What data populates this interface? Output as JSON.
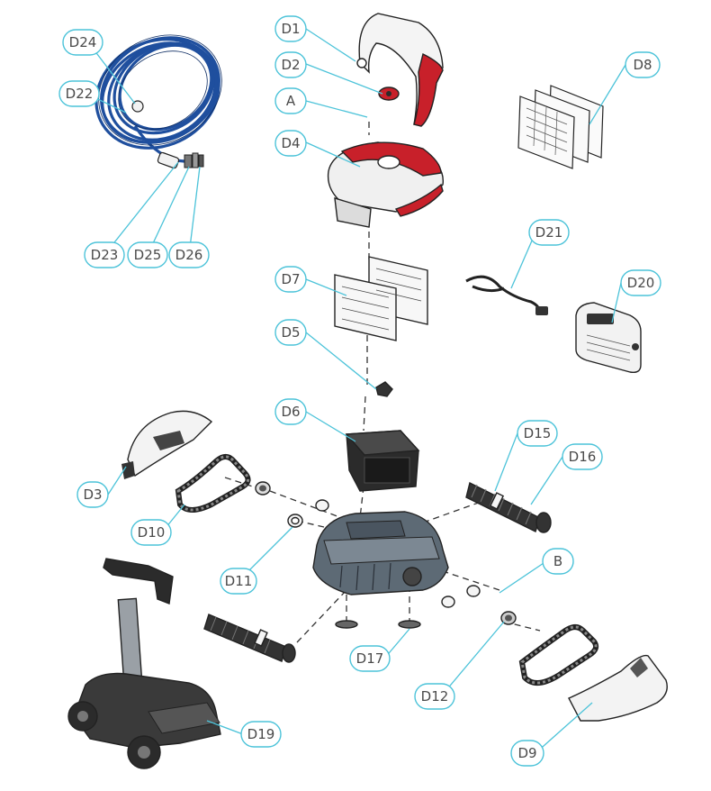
{
  "diagram": {
    "callouts": {
      "d1": "D1",
      "d2": "D2",
      "a": "A",
      "d4": "D4",
      "d7": "D7",
      "d5": "D5",
      "d6": "D6",
      "d8": "D8",
      "d21": "D21",
      "d20": "D20",
      "d15": "D15",
      "d16": "D16",
      "b": "B",
      "d3": "D3",
      "d10": "D10",
      "d11": "D11",
      "d17": "D17",
      "d12": "D12",
      "d9": "D9",
      "d19": "D19",
      "d24": "D24",
      "d22": "D22",
      "d23": "D23",
      "d25": "D25",
      "d26": "D26"
    },
    "colors": {
      "callout": "#4cc3d9",
      "cable": "#1f4f9e",
      "accent_red": "#c8202a",
      "body_grey": "#5d6a75",
      "dark": "#2b2b2b",
      "outline": "#222222"
    }
  }
}
